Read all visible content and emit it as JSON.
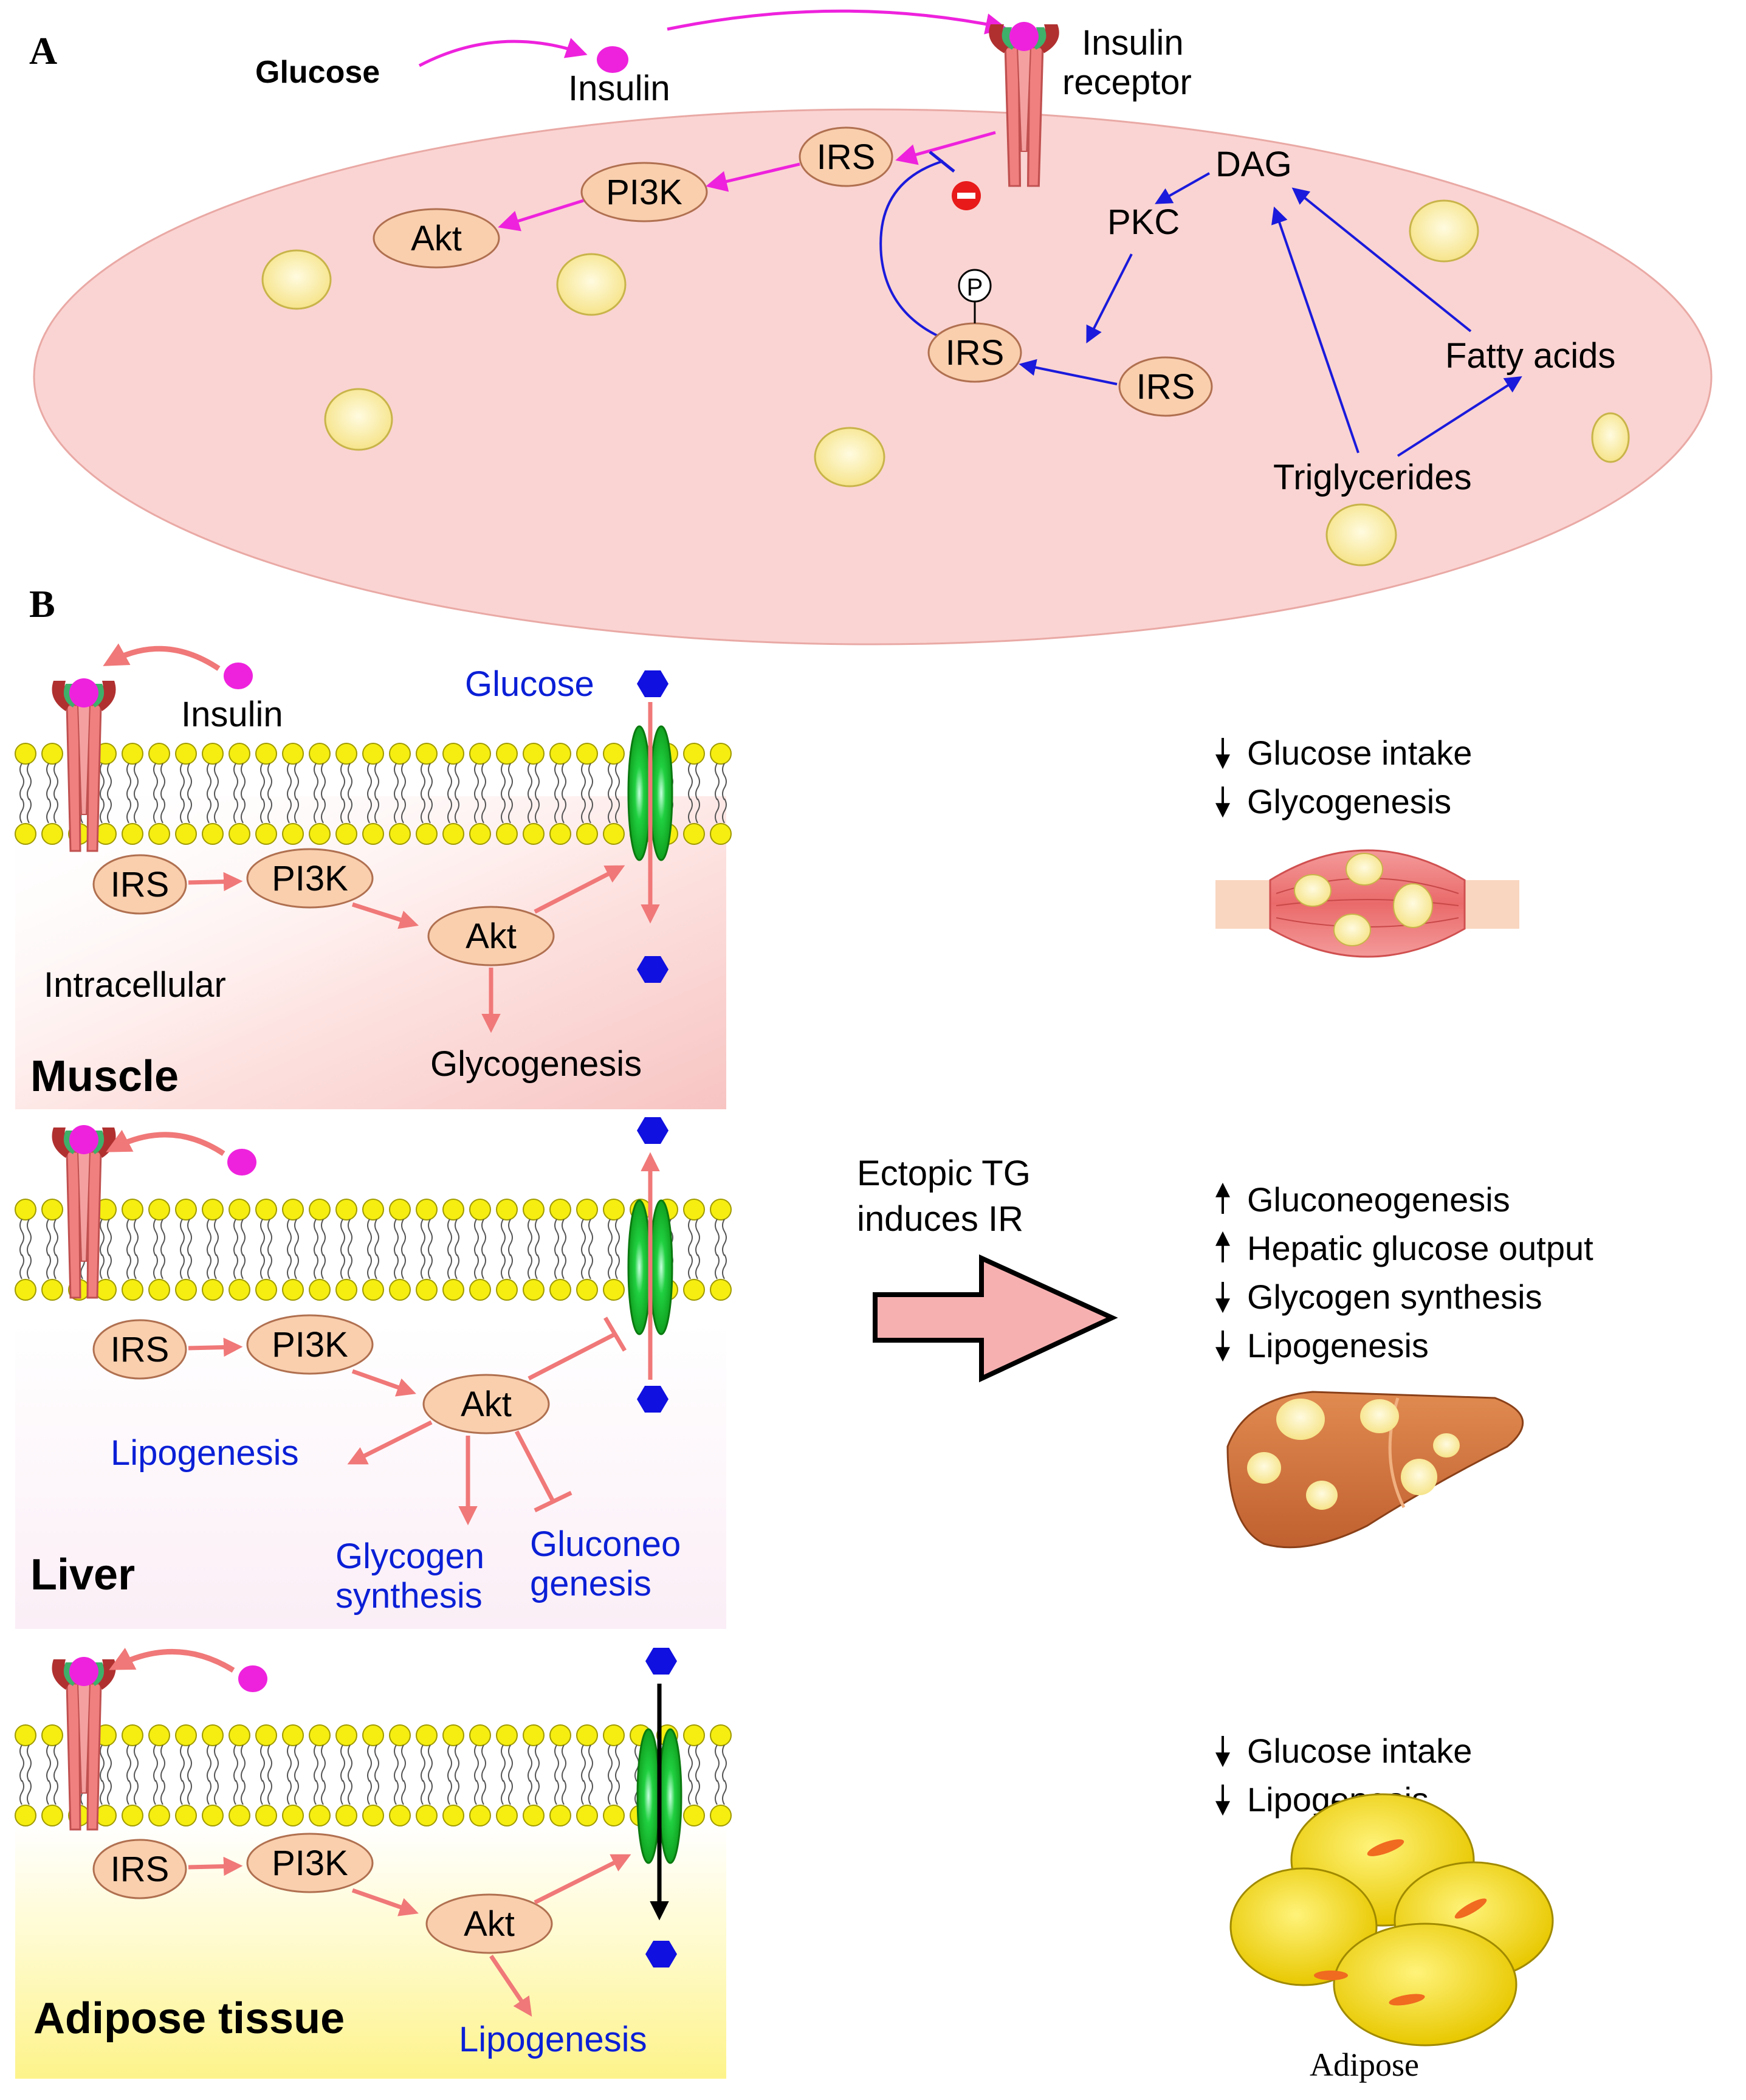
{
  "panel_a": {
    "letter": "A",
    "glucose": "Glucose",
    "insulin": "Insulin",
    "insulin_receptor_line1": "Insulin",
    "insulin_receptor_line2": "receptor",
    "irs_top": "IRS",
    "pi3k": "PI3K",
    "akt": "Akt",
    "dag": "DAG",
    "pkc": "PKC",
    "irs_p": "IRS",
    "phospho": "P",
    "irs_right": "IRS",
    "fatty_acids": "Fatty acids",
    "triglycerides": "Triglycerides"
  },
  "panel_b": {
    "letter": "B",
    "muscle": {
      "insulin": "Insulin",
      "glucose": "Glucose",
      "irs": "IRS",
      "pi3k": "PI3K",
      "akt": "Akt",
      "intracellular": "Intracellular",
      "glycogenesis": "Glycogenesis",
      "tissue": "Muscle"
    },
    "liver": {
      "irs": "IRS",
      "pi3k": "PI3K",
      "akt": "Akt",
      "lipogenesis": "Lipogenesis",
      "glycogen_line1": "Glycogen",
      "glycogen_line2": "synthesis",
      "gluconeo_line1": "Gluconeo",
      "gluconeo_line2": "genesis",
      "tissue": "Liver"
    },
    "adipose": {
      "irs": "IRS",
      "pi3k": "PI3K",
      "akt": "Akt",
      "lipogenesis": "Lipogenesis",
      "tissue": "Adipose tissue"
    },
    "arrow_label_line1": "Ectopic TG",
    "arrow_label_line2": "induces IR",
    "effects_muscle": [
      "Glucose intake",
      "Glycogenesis"
    ],
    "effects_muscle_dirs": [
      "down",
      "down"
    ],
    "effects_liver": [
      "Gluconeogenesis",
      "Hepatic glucose output",
      "Glycogen synthesis",
      "Lipogenesis"
    ],
    "effects_liver_dirs": [
      "up",
      "up",
      "down",
      "down"
    ],
    "effects_adipose": [
      "Glucose intake",
      "Lipogenesis"
    ],
    "effects_adipose_dirs": [
      "down",
      "down"
    ],
    "adipose_caption": "Adipose"
  },
  "colors": {
    "magenta": "#ee22dd",
    "salmon_arrow": "#f07878",
    "blue_arrow": "#1a1adc",
    "blue_text": "#0a1fd6",
    "cell_fill": "#fad4d2",
    "node_fill": "#f9cfae",
    "lipid_yellow": "#f4e45a",
    "glucose_hex": "#1010e0"
  }
}
